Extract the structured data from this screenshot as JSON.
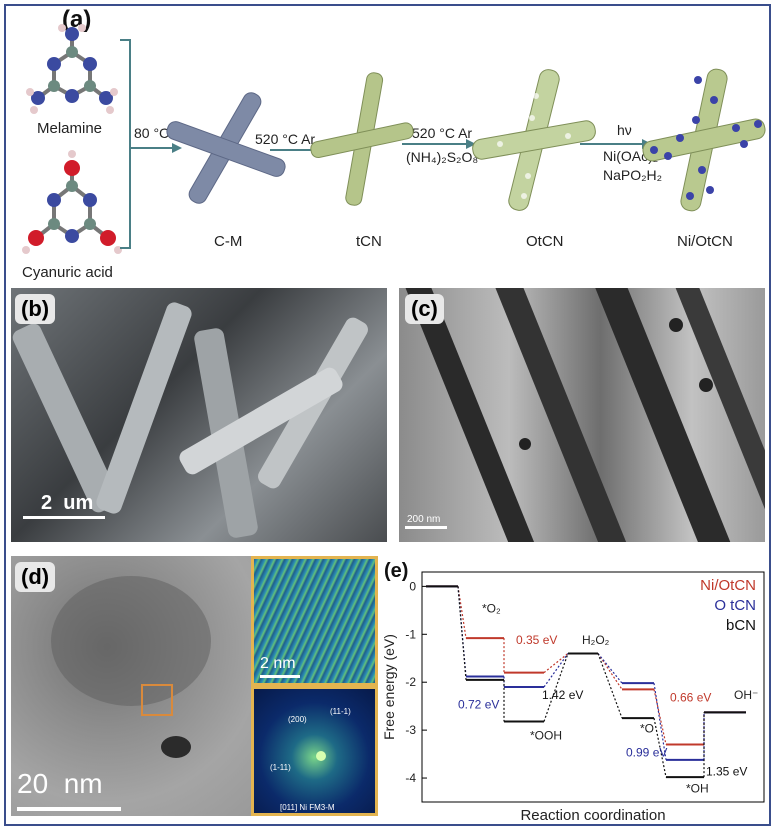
{
  "panel_a": {
    "label": "(a)",
    "melamine_label": "Melamine",
    "cyanuric_label": "Cyanuric acid",
    "step1": "80 °C",
    "step2": "520 °C  Ar",
    "step3_line1": "520 °C  Ar",
    "step3_line2": "(NH₄)₂S₂O₈",
    "step4_line1": "hν",
    "step4_line2": "Ni(OAc)₂",
    "step4_line3": "NaPO₂H₂",
    "products": [
      "C-M",
      "tCN",
      "OtCN",
      "Ni/OtCN"
    ]
  },
  "panel_b": {
    "label": "(b)",
    "scale_bar": "2  um"
  },
  "panel_c": {
    "label": "(c)",
    "scale_bar": "200 nm"
  },
  "panel_d": {
    "label": "(d)",
    "scale_bar": "20  nm",
    "inset_scale": "2 nm",
    "fft_spot_labels": [
      "(200)",
      "(11-1)",
      "(1-11)"
    ],
    "fft_caption": "[011] Ni FM3-M"
  },
  "colors": {
    "frame": "#3a4e8c",
    "arrow": "#4a7f86",
    "rod_blue": "#7e8aa6",
    "rod_green": "#b5c58a",
    "ni": "#c0392b",
    "otcn": "#2a2f9a",
    "bcn": "#111111"
  },
  "chart_data": {
    "type": "line",
    "panel_label": "(e)",
    "xlabel": "Reaction coordination",
    "ylabel": "Free energy (eV)",
    "ylim": [
      -4.5,
      0.3
    ],
    "yticks": [
      0,
      -1,
      -2,
      -3,
      -4
    ],
    "series": [
      {
        "name": "Ni/OtCN",
        "color": "#c0392b",
        "values": [
          0,
          -1.08,
          -1.8,
          -1.4,
          -2.15,
          -3.3,
          -2.63
        ]
      },
      {
        "name": "O tCN",
        "color": "#2a2f9a",
        "values": [
          0,
          -1.88,
          -2.1,
          -1.4,
          -2.02,
          -3.62,
          -2.63
        ]
      },
      {
        "name": "bCN",
        "color": "#111111",
        "values": [
          0,
          -1.95,
          -2.82,
          -1.4,
          -2.75,
          -3.98,
          -2.63
        ]
      }
    ],
    "state_labels": [
      "*O₂",
      "H₂O₂",
      "*OOH",
      "*O",
      "*OH",
      "OH⁻"
    ],
    "annotations": {
      "ni_1": "0.35 eV",
      "otcn_1": "0.72 eV",
      "bcn_1": "1.42 eV",
      "ni_2": "0.66 eV",
      "otcn_2": "0.99 eV",
      "bcn_2": "1.35 eV"
    }
  }
}
